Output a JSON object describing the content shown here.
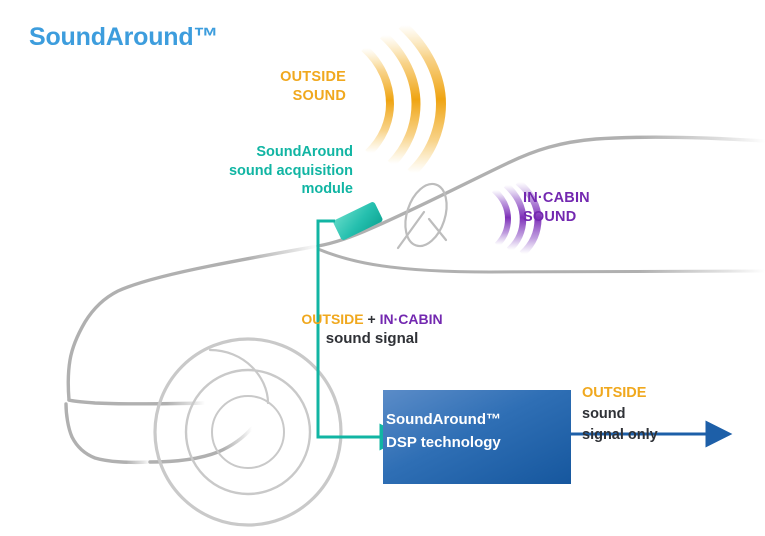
{
  "title": "SoundAround™",
  "labels": {
    "outside_sound_line1": "OUTSIDE",
    "outside_sound_line2": "SOUND",
    "module_line1": "SoundAround",
    "module_line2": "sound acquisition",
    "module_line3": "module",
    "incabin_line1": "IN·CABIN",
    "incabin_line2": "SOUND",
    "combined_outside": "OUTSIDE",
    "combined_plus": " + ",
    "combined_incabin": "IN·CABIN",
    "combined_line2": "sound  signal",
    "dsp_line1": "SoundAround™",
    "dsp_line2": "DSP technology",
    "output_outside": "OUTSIDE",
    "output_sound": " sound",
    "output_line2": "signal only"
  },
  "colors": {
    "title_blue": "#3d9ddd",
    "outside_orange": "#f0a81e",
    "teal": "#11b5a3",
    "incabin_purple": "#7328b0",
    "dsp_blue_light": "#4a7fc1",
    "dsp_blue_dark": "#1b5fa8",
    "arrow_blue": "#1d5fa8",
    "car_grey": "#b3b3b3",
    "text_dark": "#2f3136"
  },
  "icons": {
    "outside_waves": "sound-wave-arcs-orange",
    "incabin_waves": "sound-wave-arcs-purple",
    "module": "sensor-module-teal",
    "car": "car-outline",
    "steering_wheel": "steering-wheel",
    "wheel": "car-wheel",
    "signal_path": "teal-signal-arrow",
    "output_path": "blue-output-arrow"
  }
}
